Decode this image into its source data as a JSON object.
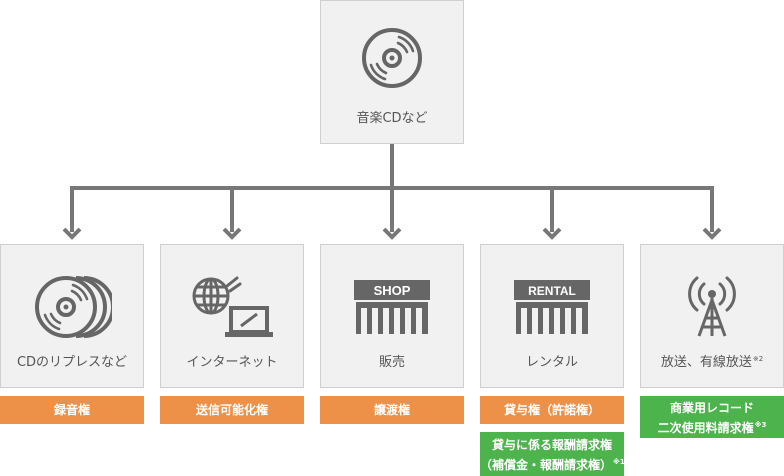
{
  "root": {
    "label": "音楽CDなど",
    "icon": "cd-icon"
  },
  "colors": {
    "orange": "#ee9148",
    "green": "#4cb34d",
    "line": "#777777",
    "box": "#f1f1f1"
  },
  "branches": [
    {
      "id": "cd-replace",
      "label": "CDのリプレスなど",
      "icon": "stacked-cds-icon",
      "rights": [
        {
          "text": "録音権",
          "color": "orange"
        }
      ]
    },
    {
      "id": "internet",
      "label": "インターネット",
      "icon": "globe-laptop-icon",
      "rights": [
        {
          "text": "送信可能化権",
          "color": "orange"
        }
      ]
    },
    {
      "id": "sales",
      "label": "販売",
      "icon": "shop-building-icon",
      "icon_text": "SHOP",
      "rights": [
        {
          "text": "譲渡権",
          "color": "orange"
        }
      ]
    },
    {
      "id": "rental",
      "label": "レンタル",
      "icon": "rental-building-icon",
      "icon_text": "RENTAL",
      "rights": [
        {
          "text": "貸与権（許諾権）",
          "color": "orange"
        },
        {
          "line1": "貸与に係る報酬請求権",
          "line2": "（補償金・報酬請求権）",
          "note": "※1",
          "color": "green"
        }
      ]
    },
    {
      "id": "broadcast",
      "label": "放送、有線放送",
      "label_note": "※2",
      "icon": "broadcast-tower-icon",
      "rights": [
        {
          "line1": "商業用レコード",
          "line2": "二次使用料請求権",
          "note": "※3",
          "color": "green"
        }
      ]
    }
  ]
}
